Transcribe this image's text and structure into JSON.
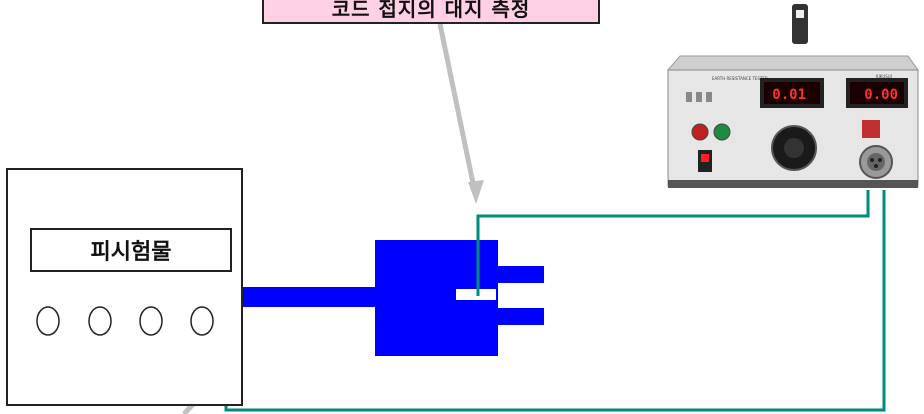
{
  "callout": {
    "text": "코드 접지의 대지 측정"
  },
  "device_under_test": {
    "label": "피시험물",
    "knob_count": 4
  },
  "tester": {
    "panel_title": "EARTH RESISTANCE TESTER",
    "brand_label": "KIKUSUI",
    "display_left": "0.01",
    "display_right": "0.00"
  },
  "colors": {
    "plug": "#0000ff",
    "wire": "#008b7a",
    "arrow": "#c0c0c0",
    "callout_bg": "#ffd0e6"
  }
}
